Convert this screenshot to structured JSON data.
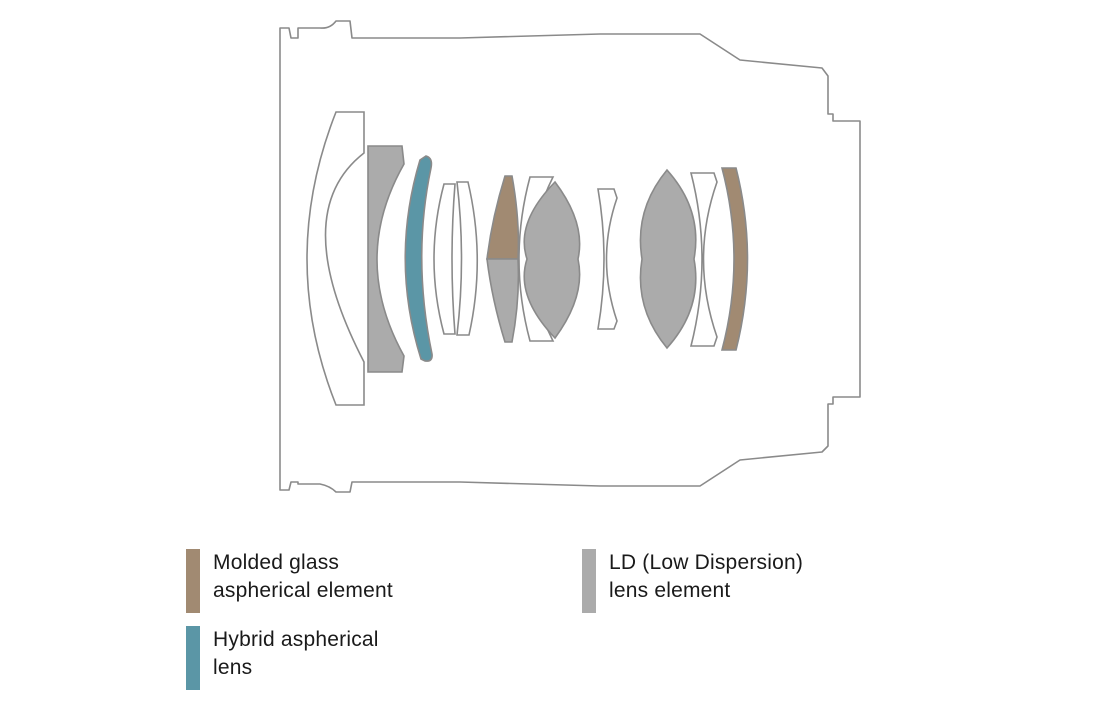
{
  "colors": {
    "outline": "#8a8a8a",
    "molded_glass": "#a18a72",
    "hybrid": "#5b96a6",
    "ld": "#ababab",
    "white": "#ffffff"
  },
  "legend": {
    "molded": {
      "line1": "Molded glass",
      "line2": "aspherical element",
      "color": "#a18a72"
    },
    "hybrid": {
      "line1": "Hybrid aspherical",
      "line2": "lens",
      "color": "#5b96a6"
    },
    "ld": {
      "line1": "LD (Low Dispersion)",
      "line2": "lens element",
      "color": "#ababab"
    }
  }
}
